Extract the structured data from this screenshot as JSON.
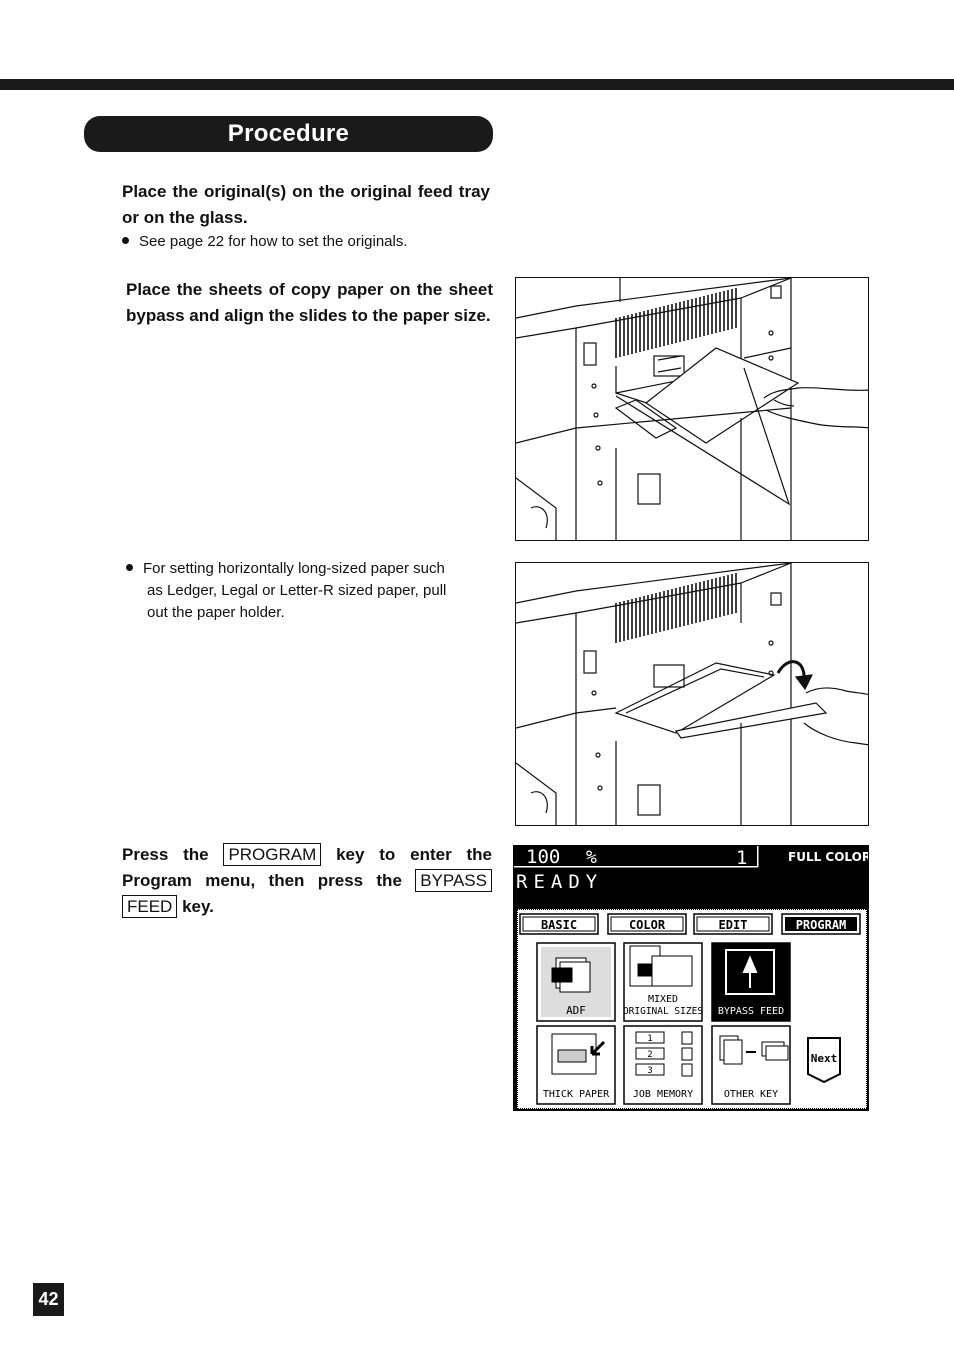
{
  "header": {
    "banner": "Procedure"
  },
  "step1": {
    "text": "Place the original(s) on the original feed tray or on the glass.",
    "note": "See page 22 for how to set the originals."
  },
  "step2": {
    "text": "Place the sheets of copy paper on the sheet bypass and align the slides to the paper size."
  },
  "step3": {
    "note_line1": "For setting horizontally long-sized paper such",
    "note_line2": "as Ledger, Legal or Letter-R sized paper, pull",
    "note_line3": "out the paper holder."
  },
  "step4": {
    "t1": "Press the",
    "key1": "PROGRAM",
    "t2": "key to enter the Program menu, then press the",
    "key2a": "BYPASS",
    "key2b": "FEED",
    "t3": "key."
  },
  "panel": {
    "zoom": "100",
    "percent": "%",
    "count": "1",
    "mode": "FULL COLOR",
    "status": "READY",
    "tabs": [
      "BASIC",
      "COLOR",
      "EDIT",
      "PROGRAM"
    ],
    "buttons": [
      "ADF",
      "MIXED",
      "ORIGINAL SIZES",
      "BYPASS FEED",
      "THICK PAPER",
      "JOB MEMORY",
      "OTHER KEY",
      "Next"
    ],
    "job_numbers": [
      "1",
      "2",
      "3"
    ]
  },
  "footer": {
    "page_number": "42"
  }
}
